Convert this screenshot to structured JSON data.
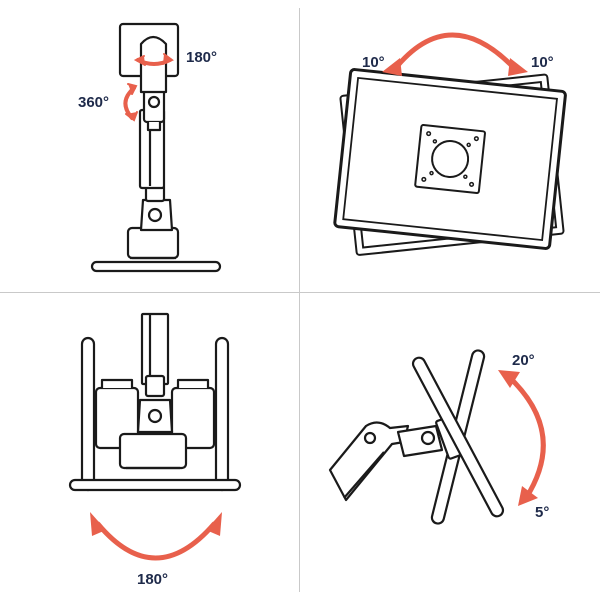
{
  "colors": {
    "arrow": "#e8604c",
    "stroke": "#1a1a1a",
    "fill": "#ffffff",
    "label": "#1e2a4a",
    "divider": "#c9c9c9"
  },
  "panels": {
    "top_left": {
      "labels": {
        "swivel_top": "180°",
        "rotate_side": "360°"
      },
      "icons": [
        "swivel-arrow-icon",
        "rotate-arrow-icon"
      ]
    },
    "top_right": {
      "labels": {
        "tilt_left": "10°",
        "tilt_right": "10°"
      },
      "icons": [
        "rotation-arc-arrow-icon",
        "vesa-plate-icon"
      ]
    },
    "bottom_left": {
      "labels": {
        "pan": "180°"
      },
      "icons": [
        "pan-arc-arrow-icon"
      ]
    },
    "bottom_right": {
      "labels": {
        "tilt_up": "20°",
        "tilt_down": "5°"
      },
      "icons": [
        "tilt-arc-arrow-icon"
      ]
    }
  }
}
